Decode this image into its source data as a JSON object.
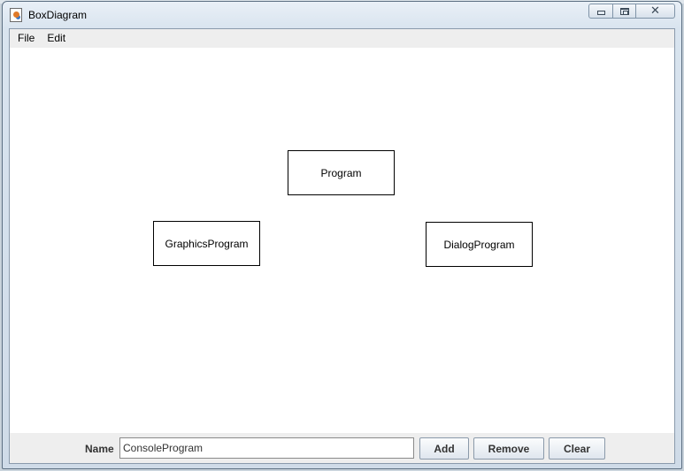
{
  "window": {
    "title": "BoxDiagram"
  },
  "menubar": {
    "items": [
      {
        "label": "File"
      },
      {
        "label": "Edit"
      }
    ]
  },
  "diagram": {
    "boxes": [
      {
        "label": "Program"
      },
      {
        "label": "GraphicsProgram"
      },
      {
        "label": "DialogProgram"
      }
    ]
  },
  "controls": {
    "name_label": "Name",
    "name_value": "ConsoleProgram",
    "add_label": "Add",
    "remove_label": "Remove",
    "clear_label": "Clear"
  },
  "icons": {
    "app": "java-app-icon",
    "minimize": "minimize-icon",
    "maximize": "maximize-icon",
    "close": "close-icon"
  }
}
